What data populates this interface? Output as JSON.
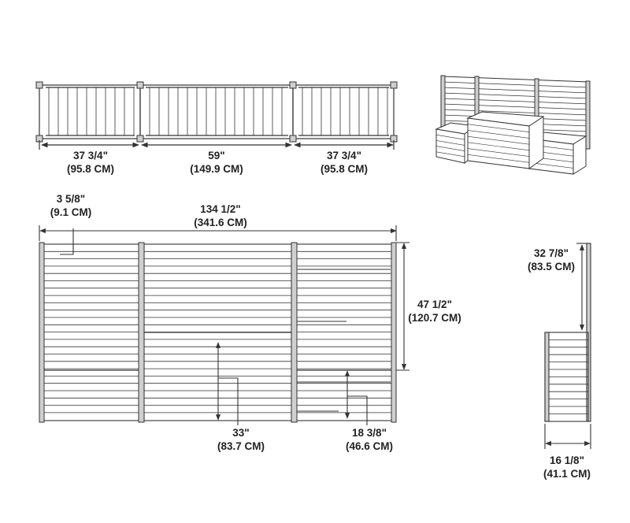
{
  "colors": {
    "line": "#333333",
    "panel_fill": "#ffffff",
    "post_fill": "#cfcfcf",
    "text": "#222222"
  },
  "top_view": {
    "left_width": {
      "imperial": "37 3/4\"",
      "metric": "(95.8 CM)"
    },
    "center_width": {
      "imperial": "59\"",
      "metric": "(149.9 CM)"
    },
    "right_width": {
      "imperial": "37 3/4\"",
      "metric": "(95.8 CM)"
    }
  },
  "front_view": {
    "post_offset": {
      "imperial": "3 5/8\"",
      "metric": "(9.1 CM)"
    },
    "total_width": {
      "imperial": "134 1/2\"",
      "metric": "(341.6 CM)"
    },
    "trellis_height": {
      "imperial": "47 1/2\"",
      "metric": "(120.7 CM)"
    },
    "center_bed_height": {
      "imperial": "33\"",
      "metric": "(83.7 CM)"
    },
    "side_bed_height": {
      "imperial": "18 3/8\"",
      "metric": "(46.6 CM)"
    }
  },
  "side_view": {
    "trellis_height": {
      "imperial": "32 7/8\"",
      "metric": "(83.5 CM)"
    },
    "depth": {
      "imperial": "16 1/8\"",
      "metric": "(41.1 CM)"
    }
  }
}
